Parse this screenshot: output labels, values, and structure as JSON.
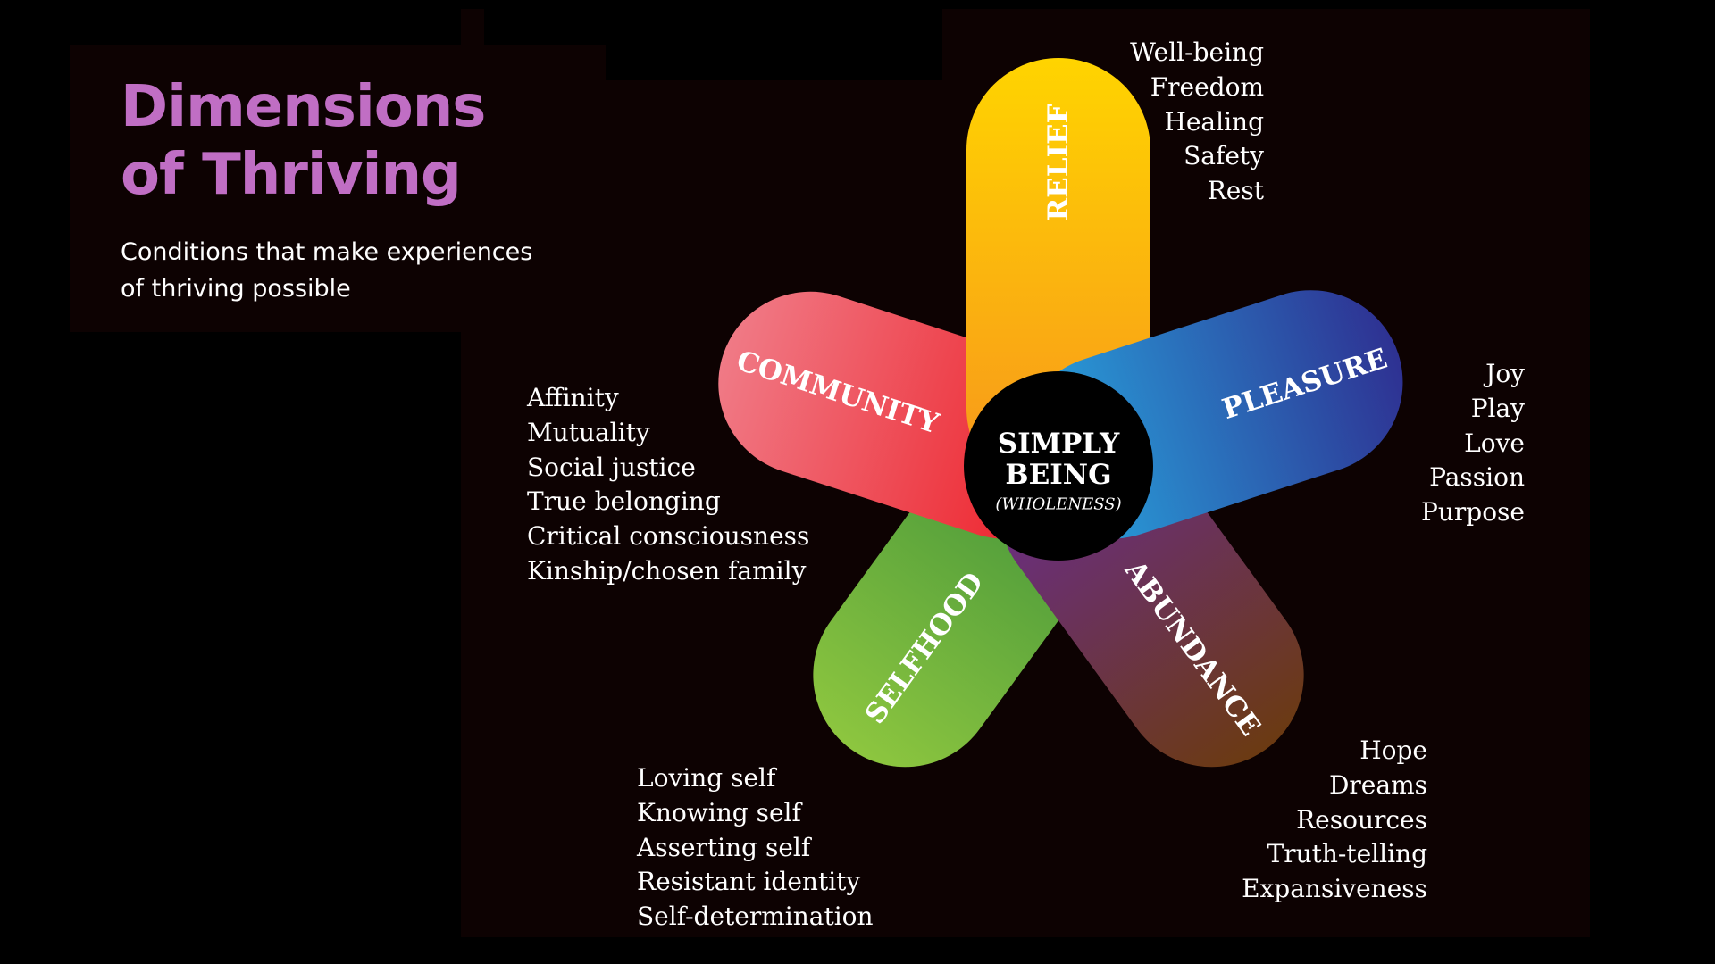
{
  "title": {
    "line1": "Dimensions",
    "line2": "of Thriving"
  },
  "subtitle": {
    "line1": "Conditions that make experiences",
    "line2": "of thriving possible"
  },
  "title_color": "#c06ec4",
  "center": {
    "line1": "SIMPLY",
    "line2": "BEING",
    "sub": "(WHOLENESS)"
  },
  "petals": {
    "relief": {
      "label": "RELIEF",
      "colors": [
        "#f7941d",
        "#ffd400"
      ],
      "items": [
        "Well-being",
        "Freedom",
        "Healing",
        "Safety",
        "Rest"
      ]
    },
    "pleasure": {
      "label": "PLEASURE",
      "colors": [
        "#27aae1",
        "#2e3192"
      ],
      "items": [
        "Joy",
        "Play",
        "Love",
        "Passion",
        "Purpose"
      ]
    },
    "abundance": {
      "label": "ABUNDANCE",
      "colors": [
        "#6a2c91",
        "#6b3a12"
      ],
      "items": [
        "Hope",
        "Dreams",
        "Resources",
        "Truth-telling",
        "Expansiveness"
      ]
    },
    "selfhood": {
      "label": "SELFHOOD",
      "colors": [
        "#3c8f3a",
        "#8dc63f"
      ],
      "items": [
        "Loving self",
        "Knowing self",
        "Asserting self",
        "Resistant identity",
        "Self-determination"
      ]
    },
    "community": {
      "label": "COMMUNITY",
      "colors": [
        "#ed1c24",
        "#f07a86"
      ],
      "items": [
        "Affinity",
        "Mutuality",
        "Social justice",
        "True belonging",
        "Critical consciousness",
        "Kinship/chosen family"
      ]
    }
  }
}
